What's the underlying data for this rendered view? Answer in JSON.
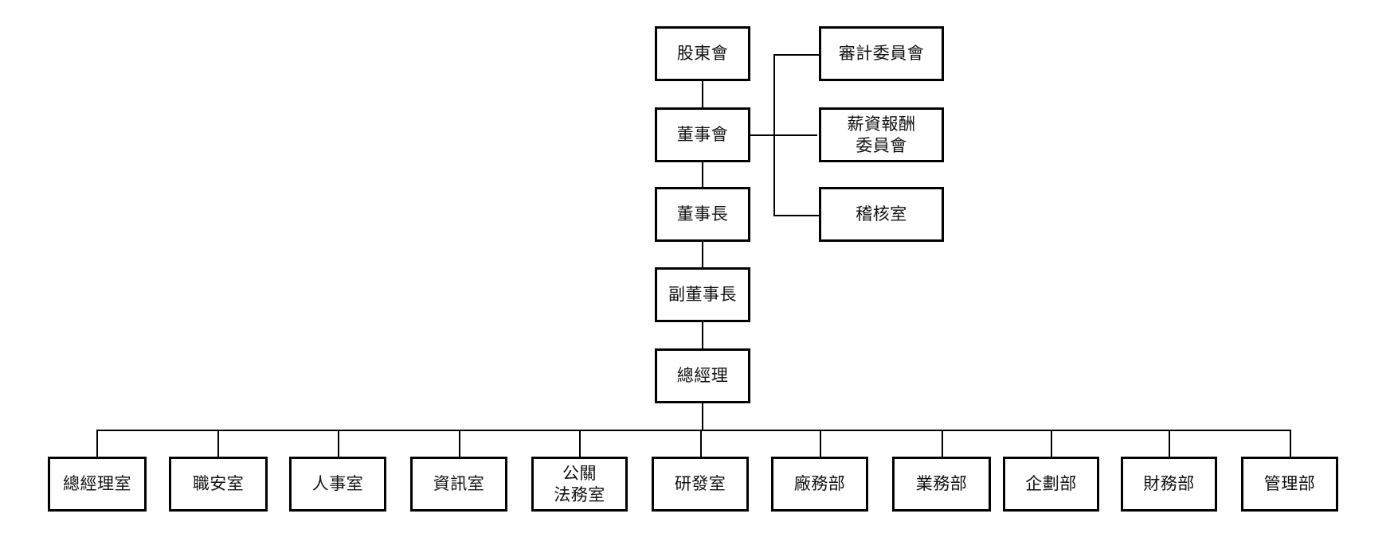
{
  "nodes": {
    "shareholders": "股東會",
    "board": "董事會",
    "chairman": "董事長",
    "vice_chairman": "副董事長",
    "general_manager": "總經理",
    "audit_committee": "審計委員會",
    "compensation_committee": "薪資報酬\n委員會",
    "internal_audit": "稽核室",
    "departments": [
      "總經理室",
      "職安室",
      "人事室",
      "資訊室",
      "公關\n法務室",
      "研發室",
      "廠務部",
      "業務部",
      "企劃部",
      "財務部",
      "管理部"
    ]
  }
}
